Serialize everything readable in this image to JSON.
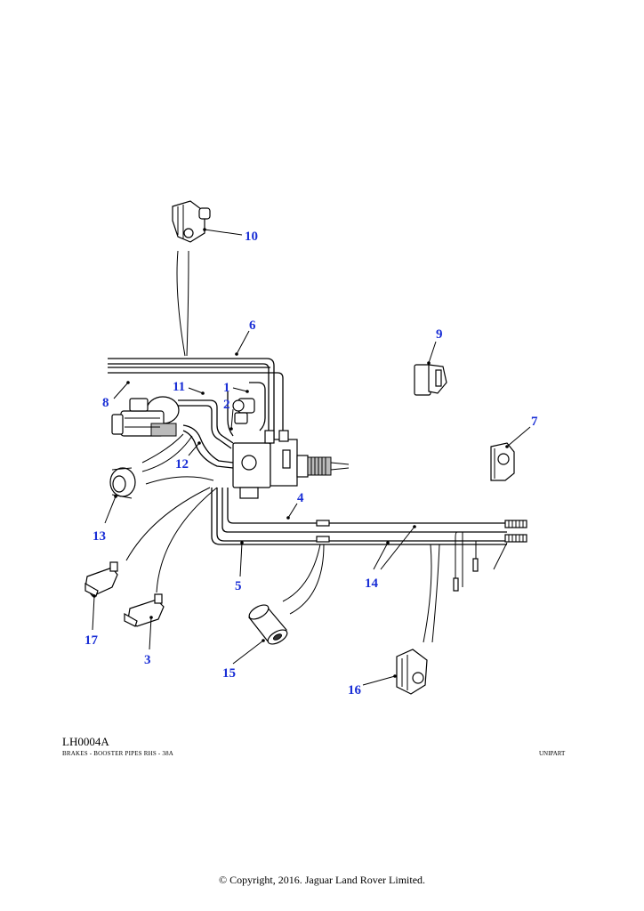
{
  "diagram": {
    "reference_code": "LH0004A",
    "caption": "BRAKES - BOOSTER  PIPES RHS - 38A",
    "brand": "UNIPART",
    "copyright": "© Copyright, 2016. Jaguar Land Rover Limited."
  },
  "callouts": [
    {
      "id": "1",
      "label": "1"
    },
    {
      "id": "2",
      "label": "2"
    },
    {
      "id": "3",
      "label": "3"
    },
    {
      "id": "4",
      "label": "4"
    },
    {
      "id": "5",
      "label": "5"
    },
    {
      "id": "6",
      "label": "6"
    },
    {
      "id": "7",
      "label": "7"
    },
    {
      "id": "8",
      "label": "8"
    },
    {
      "id": "9",
      "label": "9"
    },
    {
      "id": "10",
      "label": "10"
    },
    {
      "id": "11",
      "label": "11"
    },
    {
      "id": "12",
      "label": "12"
    },
    {
      "id": "13",
      "label": "13"
    },
    {
      "id": "14",
      "label": "14"
    },
    {
      "id": "15",
      "label": "15"
    },
    {
      "id": "16",
      "label": "16"
    },
    {
      "id": "17",
      "label": "17"
    }
  ],
  "colors": {
    "callout": "#1a2fd6",
    "line": "#000000"
  }
}
